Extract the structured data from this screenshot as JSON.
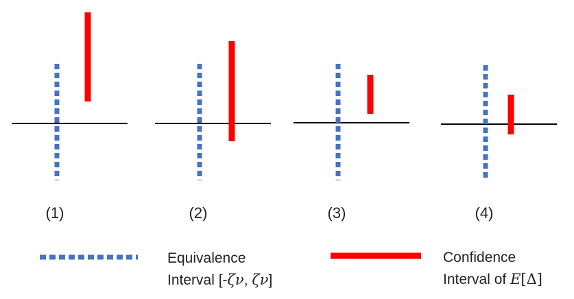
{
  "panels": [
    {
      "label": "(1)"
    },
    {
      "label": "(2)"
    },
    {
      "label": "(3)"
    },
    {
      "label": "(4)"
    }
  ],
  "legend": {
    "equivalence": {
      "line1": "Equivalence",
      "line2_prefix": "Interval [-",
      "zeta1": "ζ",
      "nu1": "ν",
      "sep": ", ",
      "zeta2": "ζ",
      "nu2": "ν",
      "close": "]"
    },
    "confidence": {
      "line1": "Confidence",
      "line2_prefix": "Interval of ",
      "E": "E",
      "open": "[",
      "delta": "Δ",
      "close": "]"
    }
  },
  "colors": {
    "equivalence": "#4472C4",
    "confidence": "#FF0000",
    "axis": "#000000"
  }
}
